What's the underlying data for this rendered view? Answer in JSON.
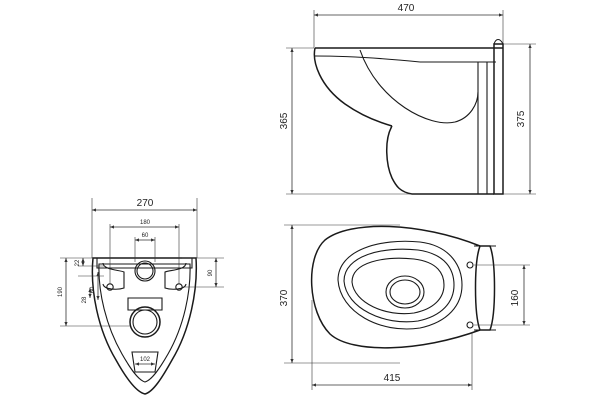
{
  "drawing": {
    "side_view": {
      "width_label": "470",
      "height_front_label": "365",
      "height_back_label": "375"
    },
    "top_view": {
      "height_label": "370",
      "length_label": "415",
      "bolt_spacing_label": "160"
    },
    "back_view": {
      "outer_width_label": "270",
      "bolt_span_label": "180",
      "outlet_width_label": "60",
      "left_height_label": "190",
      "small_a_label": "22",
      "small_b_label": "28",
      "small_c_label": "60",
      "bottom_label": "102",
      "right_height_label": "90"
    }
  }
}
